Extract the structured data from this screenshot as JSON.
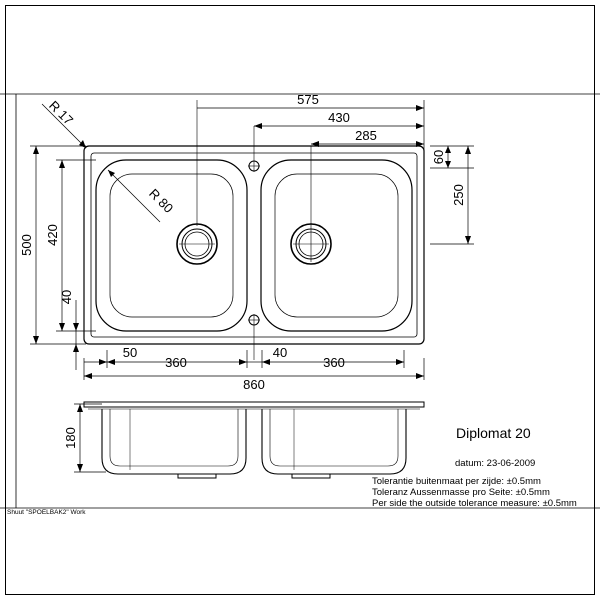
{
  "product": {
    "name": "Diplomat 20"
  },
  "meta": {
    "date": "datum: 23-06-2009",
    "file_label": "Shuut \"SPOELBAK2\" Work"
  },
  "tolerance_notes": [
    "Tolerantie buitenmaat per zijde:  ±0.5mm",
    "Toleranz Aussenmasse pro Seite: ±0.5mm",
    "Per side the outside tolerance measure:  ±0.5mm"
  ],
  "dimensions": {
    "top_575": "575",
    "top_430": "430",
    "top_285": "285",
    "radius_corner": "R 17",
    "radius_bowl": "R 80",
    "right_60": "60",
    "right_250": "250",
    "left_500": "500",
    "left_420": "420",
    "left_40": "40",
    "bottom_50": "50",
    "bottom_360_left": "360",
    "bottom_40": "40",
    "bottom_360_right": "360",
    "bottom_860": "860",
    "depth_180": "180"
  }
}
